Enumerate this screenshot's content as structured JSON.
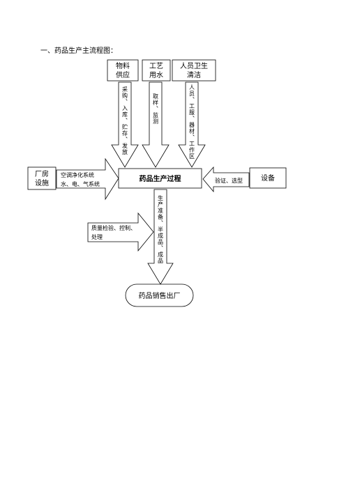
{
  "heading": "一、药品生产主流程图：",
  "boxes": {
    "materials": [
      "物料",
      "供应"
    ],
    "water": [
      "工艺",
      "用水"
    ],
    "hygiene": [
      "人员卫生",
      "清洁"
    ],
    "process": "药品生产过程",
    "facility": [
      "厂房",
      "设施"
    ],
    "equipment": "设备",
    "sales": "药品销售出厂"
  },
  "arrows": {
    "materials": "采购、入库、贮存、发放",
    "water": "取样、监测",
    "hygiene": "人员、工服、器材、工作区",
    "facility": [
      "空调净化系统",
      "水、电、气系统"
    ],
    "equipment": "验证、选型",
    "quality": [
      "质量检验、控制、",
      "处理"
    ],
    "output": "生产准备、半成品、成品"
  }
}
